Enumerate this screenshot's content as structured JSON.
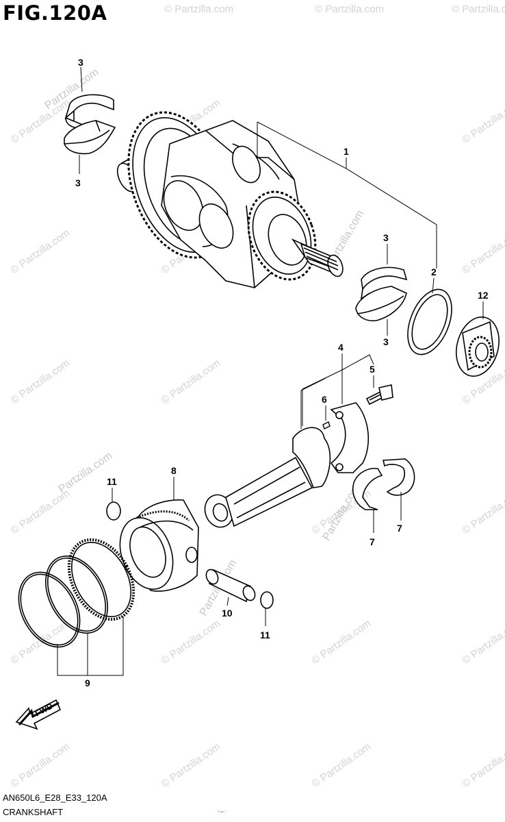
{
  "figure": {
    "title": "FIG.120A",
    "code": "AN650L6_E28_E33_120A",
    "name": "CRANKSHAFT"
  },
  "watermark": {
    "text": "© Partzilla.com",
    "site": "Partzilla.com"
  },
  "fwd_label": "FWD",
  "fine_print": "Page 1",
  "callouts": {
    "c1": "1",
    "c2": "2",
    "c3a": "3",
    "c3b": "3",
    "c3c": "3",
    "c3d": "3",
    "c4": "4",
    "c5": "5",
    "c6": "6",
    "c7a": "7",
    "c7b": "7",
    "c8": "8",
    "c9": "9",
    "c10": "10",
    "c11a": "11",
    "c11b": "11",
    "c12": "12"
  }
}
